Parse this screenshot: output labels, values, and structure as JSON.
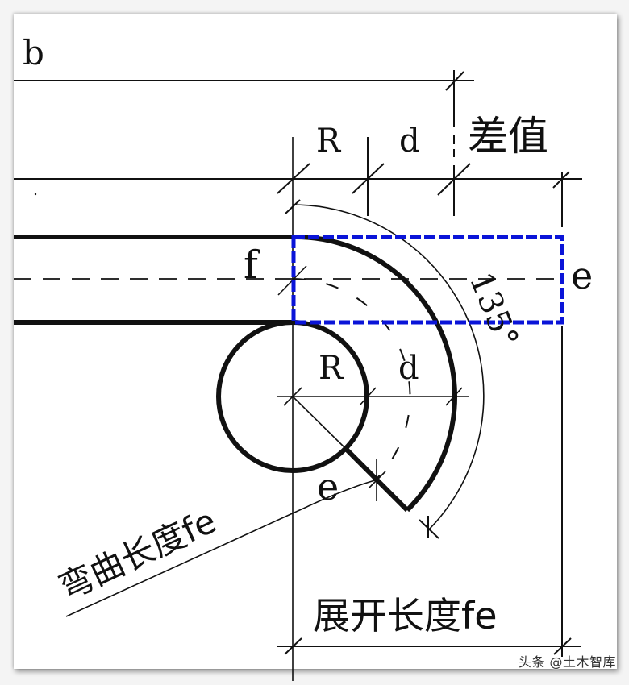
{
  "diagram": {
    "title": "Rebar 135° hook bending length diagram",
    "labels": {
      "b": "b",
      "R_top": "R",
      "d_top": "d",
      "difference": "差值",
      "f": "f",
      "e_right": "e",
      "angle": "135°",
      "R_mid": "R",
      "d_mid": "d",
      "e_bottom": "e",
      "bend_length": "弯曲长度fe",
      "unfolded_length": "展开长度fe"
    },
    "colors": {
      "line": "#111111",
      "highlight_box": "#0a14d8",
      "background": "#ffffff"
    }
  },
  "watermark": "头条 @土木智库"
}
